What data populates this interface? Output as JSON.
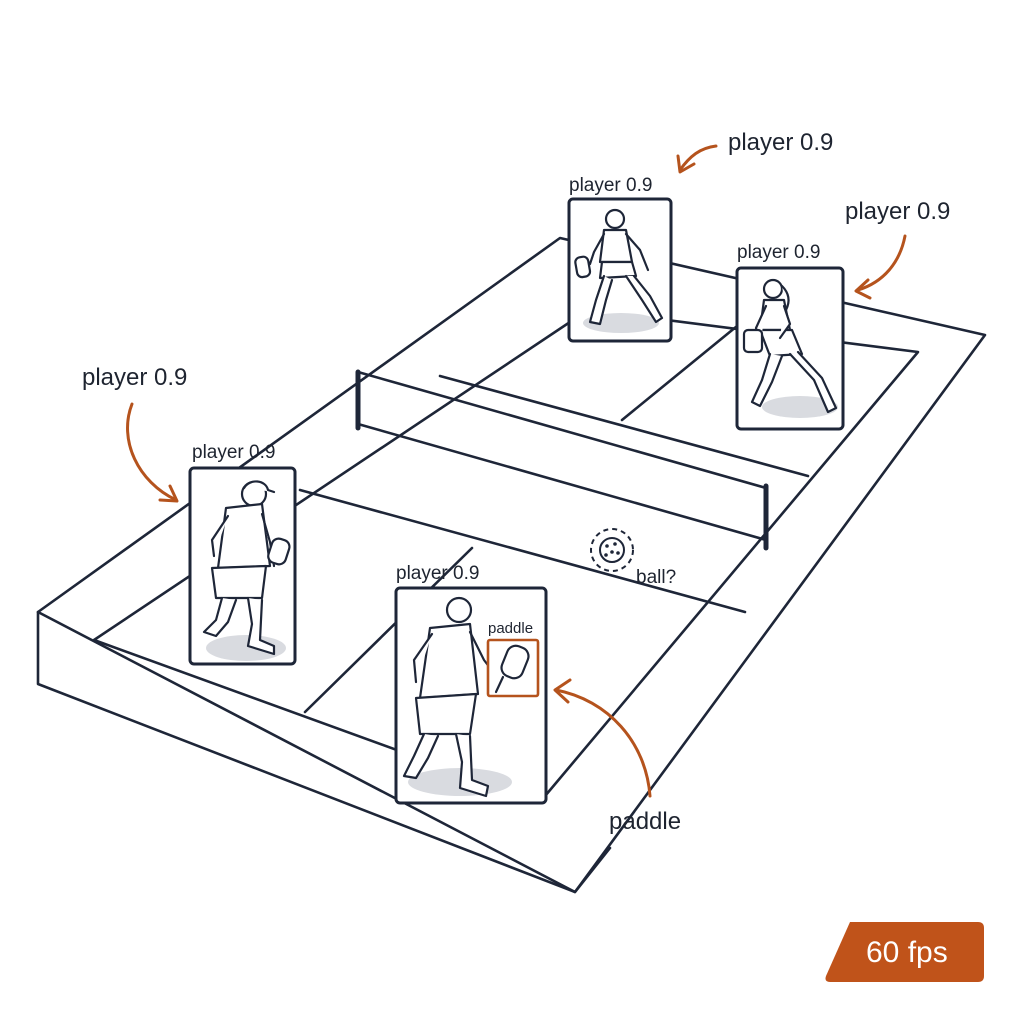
{
  "detections": [
    {
      "id": "back-left",
      "label": "player 0.9"
    },
    {
      "id": "back-right",
      "label": "player 0.9"
    },
    {
      "id": "front-left",
      "label": "player 0.9"
    },
    {
      "id": "front-center",
      "label": "player 0.9"
    }
  ],
  "paddle_box": {
    "label": "paddle"
  },
  "ball": {
    "label": "ball?"
  },
  "callouts": [
    {
      "id": "top",
      "text": "player 0.9"
    },
    {
      "id": "right",
      "text": "player 0.9"
    },
    {
      "id": "left",
      "text": "player 0.9"
    },
    {
      "id": "paddle",
      "text": "paddle"
    }
  ],
  "fps_badge": {
    "text": "60 fps"
  },
  "colors": {
    "line": "#1e2638",
    "accent": "#b5531d",
    "badge": "#c0531a"
  }
}
